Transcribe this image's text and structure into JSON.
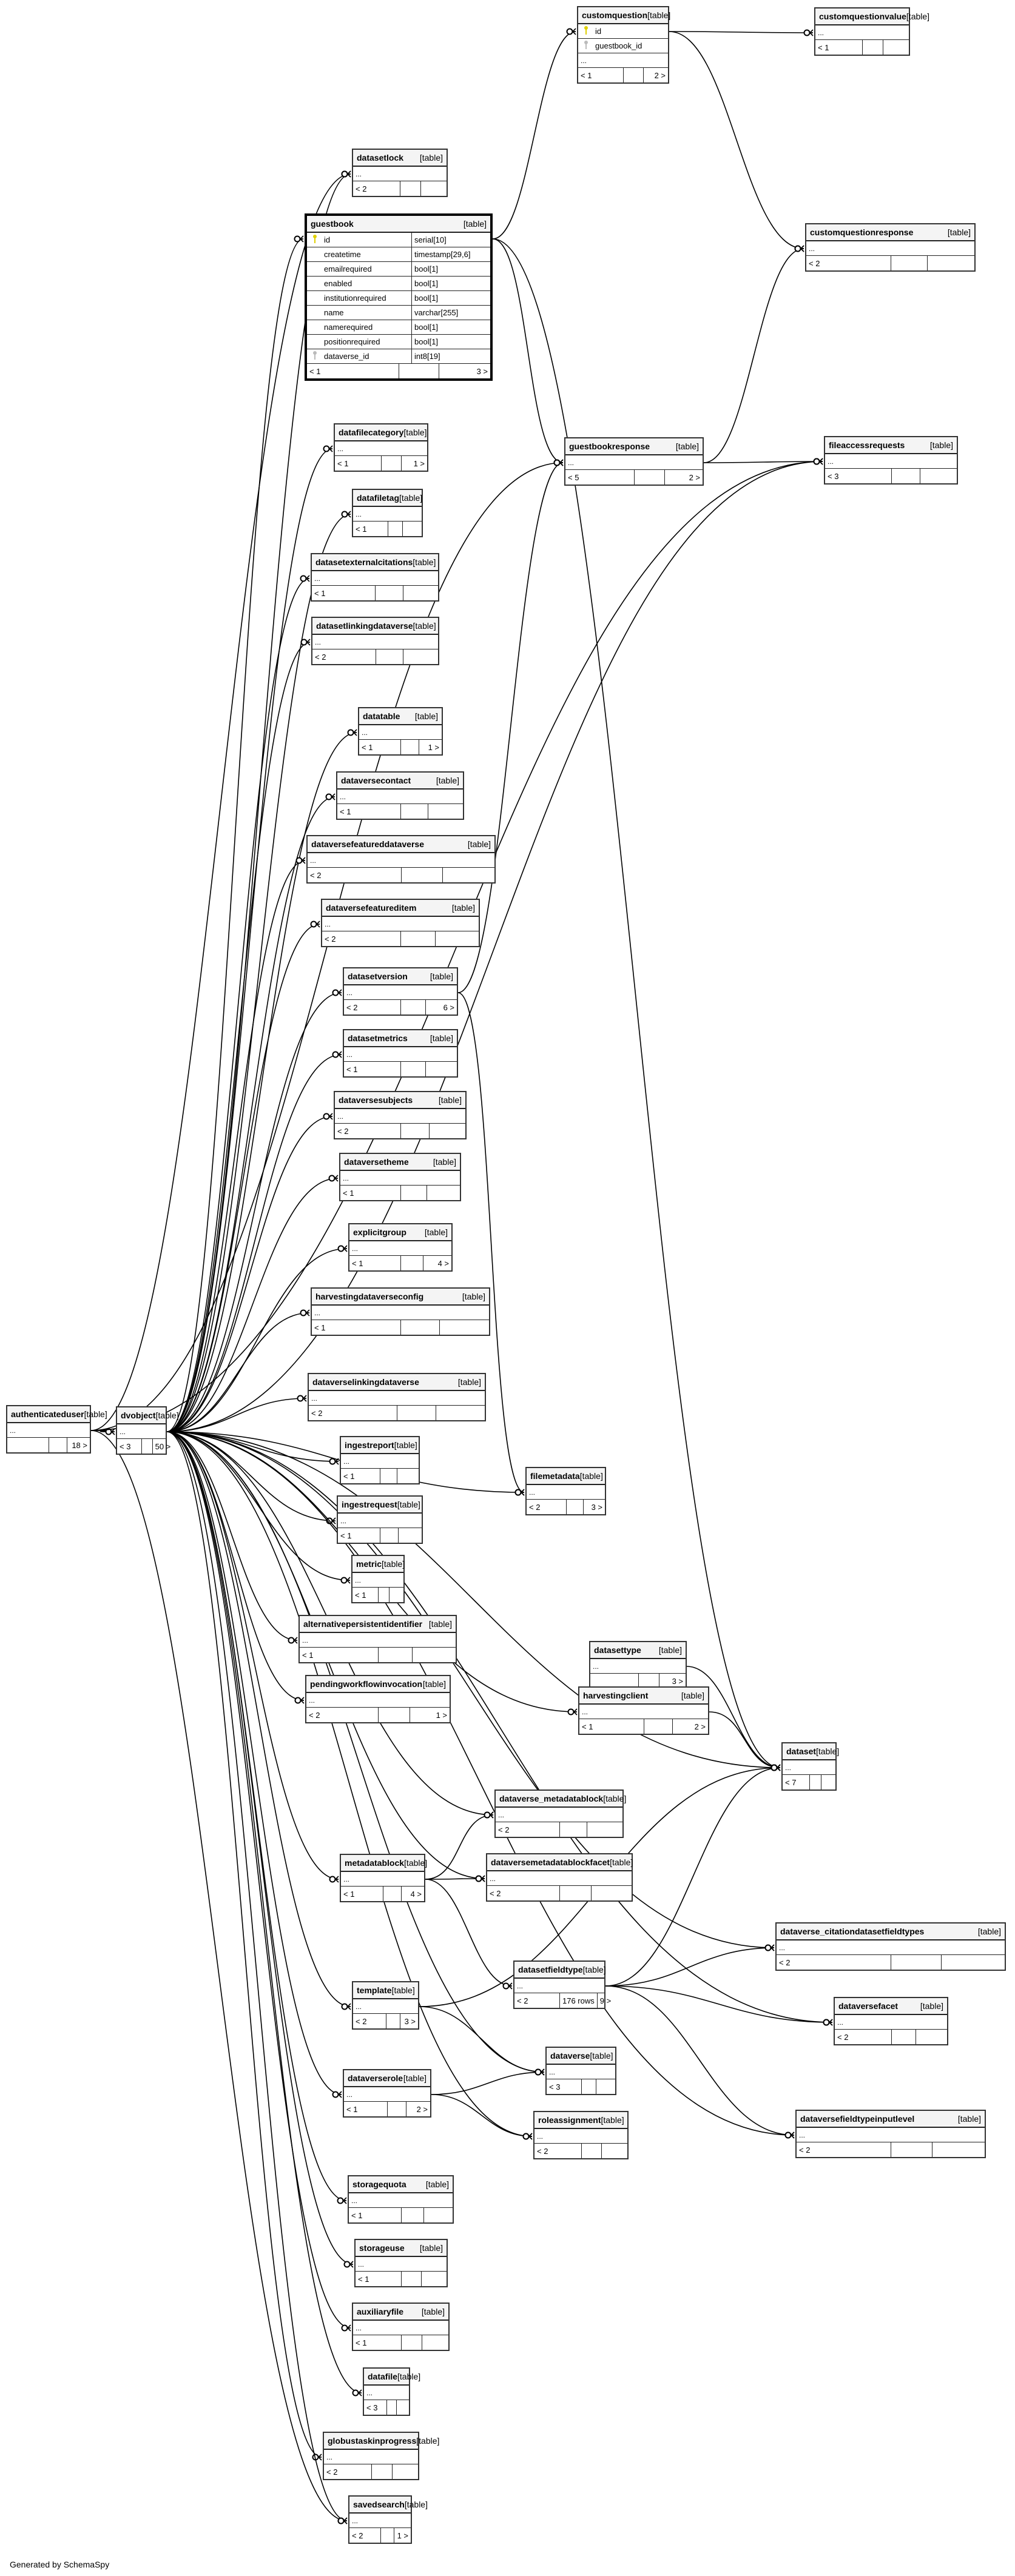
{
  "diagram": {
    "type_label": "[table]",
    "ellipsis": "...",
    "footer": "Generated by SchemaSpy"
  },
  "tables": [
    {
      "id": "customquestion",
      "name": "customquestion",
      "columns": [
        {
          "key": "pk",
          "name": "id"
        },
        {
          "key": "fk",
          "name": "guestbook_id"
        }
      ],
      "parents": "< 1",
      "rows": "",
      "children": "2 >"
    },
    {
      "id": "customquestionvalue",
      "name": "customquestionvalue",
      "parents": "< 1",
      "rows": "",
      "children": ""
    },
    {
      "id": "datasetlock",
      "name": "datasetlock",
      "parents": "< 2",
      "rows": "",
      "children": ""
    },
    {
      "id": "guestbook",
      "name": "guestbook",
      "focus": true,
      "columns": [
        {
          "key": "pk",
          "name": "id",
          "type": "serial[10]"
        },
        {
          "key": "",
          "name": "createtime",
          "type": "timestamp[29,6]"
        },
        {
          "key": "",
          "name": "emailrequired",
          "type": "bool[1]"
        },
        {
          "key": "",
          "name": "enabled",
          "type": "bool[1]"
        },
        {
          "key": "",
          "name": "institutionrequired",
          "type": "bool[1]"
        },
        {
          "key": "",
          "name": "name",
          "type": "varchar[255]"
        },
        {
          "key": "",
          "name": "namerequired",
          "type": "bool[1]"
        },
        {
          "key": "",
          "name": "positionrequired",
          "type": "bool[1]"
        },
        {
          "key": "fk",
          "name": "dataverse_id",
          "type": "int8[19]"
        }
      ],
      "parents": "< 1",
      "rows": "",
      "children": "3 >"
    },
    {
      "id": "customquestionresponse",
      "name": "customquestionresponse",
      "parents": "< 2",
      "rows": "",
      "children": ""
    },
    {
      "id": "datafilecategory",
      "name": "datafilecategory",
      "parents": "< 1",
      "rows": "",
      "children": "1 >"
    },
    {
      "id": "guestbookresponse",
      "name": "guestbookresponse",
      "parents": "< 5",
      "rows": "",
      "children": "2 >"
    },
    {
      "id": "fileaccessrequests",
      "name": "fileaccessrequests",
      "parents": "< 3",
      "rows": "",
      "children": ""
    },
    {
      "id": "datafiletag",
      "name": "datafiletag",
      "parents": "< 1",
      "rows": "",
      "children": ""
    },
    {
      "id": "datasetexternalcitations",
      "name": "datasetexternalcitations",
      "parents": "< 1",
      "rows": "",
      "children": ""
    },
    {
      "id": "datasetlinkingdataverse",
      "name": "datasetlinkingdataverse",
      "parents": "< 2",
      "rows": "",
      "children": ""
    },
    {
      "id": "datatable",
      "name": "datatable",
      "parents": "< 1",
      "rows": "",
      "children": "1 >"
    },
    {
      "id": "dataversecontact",
      "name": "dataversecontact",
      "parents": "< 1",
      "rows": "",
      "children": ""
    },
    {
      "id": "dataversefeatureddataverse",
      "name": "dataversefeatureddataverse",
      "parents": "< 2",
      "rows": "",
      "children": ""
    },
    {
      "id": "dataversefeatureditem",
      "name": "dataversefeatureditem",
      "parents": "< 2",
      "rows": "",
      "children": ""
    },
    {
      "id": "datasetversion",
      "name": "datasetversion",
      "parents": "< 2",
      "rows": "",
      "children": "6 >"
    },
    {
      "id": "datasetmetrics",
      "name": "datasetmetrics",
      "parents": "< 1",
      "rows": "",
      "children": ""
    },
    {
      "id": "dataversesubjects",
      "name": "dataversesubjects",
      "parents": "< 2",
      "rows": "",
      "children": ""
    },
    {
      "id": "dataversetheme",
      "name": "dataversetheme",
      "parents": "< 1",
      "rows": "",
      "children": ""
    },
    {
      "id": "explicitgroup",
      "name": "explicitgroup",
      "parents": "< 1",
      "rows": "",
      "children": "4 >"
    },
    {
      "id": "harvestingdataverseconfig",
      "name": "harvestingdataverseconfig",
      "parents": "< 1",
      "rows": "",
      "children": ""
    },
    {
      "id": "authenticateduser",
      "name": "authenticateduser",
      "parents": "",
      "rows": "",
      "children": "18 >"
    },
    {
      "id": "dvobject",
      "name": "dvobject",
      "parents": "< 3",
      "rows": "",
      "children": "50 >"
    },
    {
      "id": "dataverselinkingdataverse",
      "name": "dataverselinkingdataverse",
      "parents": "< 2",
      "rows": "",
      "children": ""
    },
    {
      "id": "ingestreport",
      "name": "ingestreport",
      "parents": "< 1",
      "rows": "",
      "children": ""
    },
    {
      "id": "filemetadata",
      "name": "filemetadata",
      "parents": "< 2",
      "rows": "",
      "children": "3 >"
    },
    {
      "id": "ingestrequest",
      "name": "ingestrequest",
      "parents": "< 1",
      "rows": "",
      "children": ""
    },
    {
      "id": "metric",
      "name": "metric",
      "parents": "< 1",
      "rows": "",
      "children": ""
    },
    {
      "id": "alternativepersistentidentifier",
      "name": "alternativepersistentidentifier",
      "parents": "< 1",
      "rows": "",
      "children": ""
    },
    {
      "id": "datasettype",
      "name": "datasettype",
      "parents": "",
      "rows": "",
      "children": "3 >"
    },
    {
      "id": "pendingworkflowinvocation",
      "name": "pendingworkflowinvocation",
      "parents": "< 2",
      "rows": "",
      "children": "1 >"
    },
    {
      "id": "harvestingclient",
      "name": "harvestingclient",
      "parents": "< 1",
      "rows": "",
      "children": "2 >"
    },
    {
      "id": "dataset",
      "name": "dataset",
      "parents": "< 7",
      "rows": "",
      "children": ""
    },
    {
      "id": "dataverse_metadatablock",
      "name": "dataverse_metadatablock",
      "parents": "< 2",
      "rows": "",
      "children": ""
    },
    {
      "id": "metadatablock",
      "name": "metadatablock",
      "parents": "< 1",
      "rows": "",
      "children": "4 >"
    },
    {
      "id": "dataversemetadatablockfacet",
      "name": "dataversemetadatablockfacet",
      "parents": "< 2",
      "rows": "",
      "children": ""
    },
    {
      "id": "dataverse_citationdatasetfieldtypes",
      "name": "dataverse_citationdatasetfieldtypes",
      "parents": "< 2",
      "rows": "",
      "children": ""
    },
    {
      "id": "datasetfieldtype",
      "name": "datasetfieldtype",
      "parents": "< 2",
      "rows": "176 rows",
      "children": "9 >"
    },
    {
      "id": "template",
      "name": "template",
      "parents": "< 2",
      "rows": "",
      "children": "3 >"
    },
    {
      "id": "dataversefacet",
      "name": "dataversefacet",
      "parents": "< 2",
      "rows": "",
      "children": ""
    },
    {
      "id": "dataverse",
      "name": "dataverse",
      "parents": "< 3",
      "rows": "",
      "children": ""
    },
    {
      "id": "dataverserole",
      "name": "dataverserole",
      "parents": "< 1",
      "rows": "",
      "children": "2 >"
    },
    {
      "id": "roleassignment",
      "name": "roleassignment",
      "parents": "< 2",
      "rows": "",
      "children": ""
    },
    {
      "id": "dataversefieldtypeinputlevel",
      "name": "dataversefieldtypeinputlevel",
      "parents": "< 2",
      "rows": "",
      "children": ""
    },
    {
      "id": "storagequota",
      "name": "storagequota",
      "parents": "< 1",
      "rows": "",
      "children": ""
    },
    {
      "id": "storageuse",
      "name": "storageuse",
      "parents": "< 1",
      "rows": "",
      "children": ""
    },
    {
      "id": "auxiliaryfile",
      "name": "auxiliaryfile",
      "parents": "< 1",
      "rows": "",
      "children": ""
    },
    {
      "id": "datafile",
      "name": "datafile",
      "parents": "< 3",
      "rows": "",
      "children": ""
    },
    {
      "id": "globustaskinprogress",
      "name": "globustaskinprogress",
      "parents": "< 2",
      "rows": "",
      "children": ""
    },
    {
      "id": "savedsearch",
      "name": "savedsearch",
      "parents": "< 2",
      "rows": "",
      "children": "1 >"
    }
  ],
  "relationships": [
    [
      "guestbook",
      "customquestion"
    ],
    [
      "customquestion",
      "customquestionvalue"
    ],
    [
      "customquestion",
      "customquestionresponse"
    ],
    [
      "guestbook",
      "guestbookresponse"
    ],
    [
      "guestbookresponse",
      "customquestionresponse"
    ],
    [
      "guestbookresponse",
      "fileaccessrequests"
    ],
    [
      "guestbook",
      "dataset"
    ],
    [
      "dvobject",
      "guestbook"
    ],
    [
      "dvobject",
      "datasetlock"
    ],
    [
      "dvobject",
      "datafilecategory"
    ],
    [
      "dvobject",
      "datafiletag"
    ],
    [
      "dvobject",
      "datasetexternalcitations"
    ],
    [
      "dvobject",
      "datasetlinkingdataverse"
    ],
    [
      "dvobject",
      "datatable"
    ],
    [
      "dvobject",
      "dataversecontact"
    ],
    [
      "dvobject",
      "dataversefeatureddataverse"
    ],
    [
      "dvobject",
      "dataversefeatureditem"
    ],
    [
      "dvobject",
      "datasetversion"
    ],
    [
      "datasetversion",
      "guestbookresponse"
    ],
    [
      "datasetversion",
      "filemetadata"
    ],
    [
      "dvobject",
      "datasetmetrics"
    ],
    [
      "dvobject",
      "dataversesubjects"
    ],
    [
      "dvobject",
      "dataversetheme"
    ],
    [
      "dvobject",
      "explicitgroup"
    ],
    [
      "dvobject",
      "harvestingdataverseconfig"
    ],
    [
      "dvobject",
      "dataverselinkingdataverse"
    ],
    [
      "dvobject",
      "fileaccessrequests"
    ],
    [
      "authenticateduser",
      "dvobject"
    ],
    [
      "authenticateduser",
      "guestbookresponse"
    ],
    [
      "authenticateduser",
      "fileaccessrequests"
    ],
    [
      "authenticateduser",
      "datasetlock"
    ],
    [
      "authenticateduser",
      "savedsearch"
    ],
    [
      "dvobject",
      "ingestreport"
    ],
    [
      "dvobject",
      "ingestrequest"
    ],
    [
      "dvobject",
      "metric"
    ],
    [
      "dvobject",
      "alternativepersistentidentifier"
    ],
    [
      "dvobject",
      "pendingworkflowinvocation"
    ],
    [
      "dvobject",
      "filemetadata"
    ],
    [
      "dvobject",
      "harvestingclient"
    ],
    [
      "harvestingclient",
      "dataset"
    ],
    [
      "datasettype",
      "dataset"
    ],
    [
      "dvobject",
      "dataset"
    ],
    [
      "dvobject",
      "dataverse_metadatablock"
    ],
    [
      "dvobject",
      "metadatablock"
    ],
    [
      "metadatablock",
      "dataverse_metadatablock"
    ],
    [
      "metadatablock",
      "dataversemetadatablockfacet"
    ],
    [
      "metadatablock",
      "datasetfieldtype"
    ],
    [
      "dvobject",
      "dataversemetadatablockfacet"
    ],
    [
      "datasetfieldtype",
      "dataverse_citationdatasetfieldtypes"
    ],
    [
      "datasetfieldtype",
      "dataversefacet"
    ],
    [
      "datasetfieldtype",
      "dataversefieldtypeinputlevel"
    ],
    [
      "datasetfieldtype",
      "dataset"
    ],
    [
      "dvobject",
      "template"
    ],
    [
      "template",
      "dataset"
    ],
    [
      "template",
      "dataverse"
    ],
    [
      "dvobject",
      "dataverse"
    ],
    [
      "dvobject",
      "dataverserole"
    ],
    [
      "dataverserole",
      "dataverse"
    ],
    [
      "dataverserole",
      "roleassignment"
    ],
    [
      "dvobject",
      "roleassignment"
    ],
    [
      "dvobject",
      "dataversefieldtypeinputlevel"
    ],
    [
      "dvobject",
      "dataversefacet"
    ],
    [
      "dvobject",
      "dataverse_citationdatasetfieldtypes"
    ],
    [
      "dvobject",
      "storagequota"
    ],
    [
      "dvobject",
      "storageuse"
    ],
    [
      "dvobject",
      "auxiliaryfile"
    ],
    [
      "dvobject",
      "datafile"
    ],
    [
      "dvobject",
      "globustaskinprogress"
    ],
    [
      "dvobject",
      "savedsearch"
    ]
  ]
}
